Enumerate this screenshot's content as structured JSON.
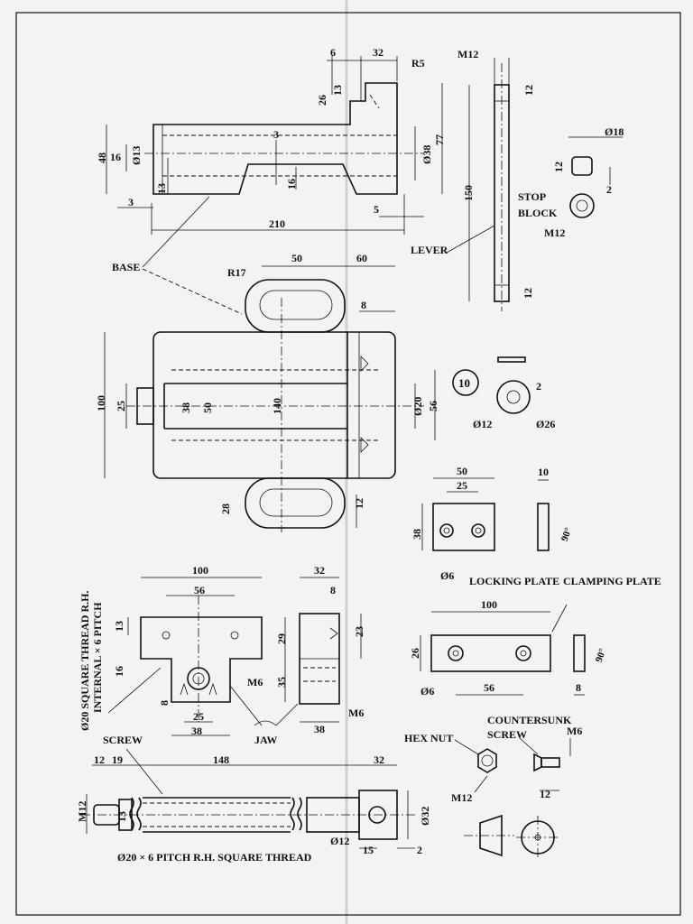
{
  "labels": {
    "base": "BASE",
    "lever": "LEVER",
    "stop_block": [
      "STOP",
      "BLOCK"
    ],
    "locking_plate": "LOCKING PLATE",
    "clamping_plate": "CLAMPING PLATE",
    "jaw": "JAW",
    "screw": "SCREW",
    "hex_nut": "HEX NUT",
    "countersunk_screw": [
      "COUNTERSUNK",
      "SCREW"
    ],
    "square_thread_note": [
      "Ø20 SQUARE THREAD R.H.",
      "INTERNAL × 6 PITCH"
    ],
    "screw_thread_note": "Ø20 × 6 PITCH R.H. SQUARE THREAD",
    "item_number": "10"
  },
  "dimensions": {
    "base_front": [
      "6",
      "32",
      "R5",
      "26",
      "13",
      "3",
      "48",
      "16",
      "Ø13",
      "Ø38",
      "77",
      "13",
      "16",
      "3",
      "5",
      "210"
    ],
    "base_top": [
      "R17",
      "50",
      "60",
      "8",
      "100",
      "25",
      "38",
      "50",
      "140",
      "Ø20",
      "56",
      "28",
      "12"
    ],
    "lever": [
      "M12",
      "12",
      "150",
      "12"
    ],
    "stop_block": [
      "Ø18",
      "12",
      "2",
      "M12"
    ],
    "washer": [
      "2",
      "Ø12",
      "Ø26"
    ],
    "locking_plate": [
      "50",
      "25",
      "10",
      "38",
      "Ø6",
      "90°"
    ],
    "clamping_plate": [
      "100",
      "26",
      "Ø6",
      "56",
      "8",
      "90°"
    ],
    "jaw": [
      "100",
      "56",
      "32",
      "8",
      "13",
      "29",
      "23",
      "16",
      "M6",
      "35",
      "8",
      "25",
      "38",
      "38",
      "M6"
    ],
    "screw": [
      "12",
      "19",
      "148",
      "32",
      "M12",
      "13",
      "Ø32",
      "Ø12",
      "15",
      "2"
    ],
    "hex_nut": [
      "M12"
    ],
    "countersunk_screw": [
      "M6",
      "12"
    ]
  }
}
